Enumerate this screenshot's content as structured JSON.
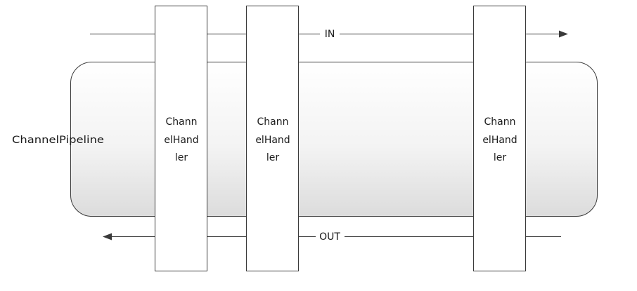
{
  "diagram": {
    "pipeline_label": "ChannelPipeline",
    "in_label": "IN",
    "out_label": "OUT",
    "handlers": [
      {
        "lines": [
          "Chann",
          "elHand",
          "ler"
        ]
      },
      {
        "lines": [
          "Chann",
          "elHand",
          "ler"
        ]
      },
      {
        "lines": [
          "Chann",
          "elHand",
          "ler"
        ]
      }
    ]
  }
}
